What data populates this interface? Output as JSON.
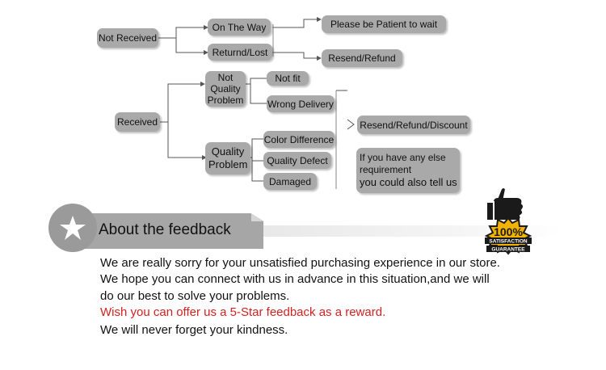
{
  "flowchart": {
    "not_received": "Not Received",
    "on_the_way": "On The Way",
    "return_lost": "Returnd/Lost",
    "please_wait": "Please be Patient to wait",
    "resend_refund": "Resend/Refund",
    "received": "Received",
    "not_quality_problem": "Not Quality Problem",
    "not_fit": "Not fit",
    "wrong_delivery": "Wrong Delivery",
    "quality_problem": "Quality Problem",
    "color_difference": "Color Difference",
    "quality_defect": "Quality  Defect",
    "damaged": "Damaged",
    "resend_refund_discount": "Resend/Refund/Discount",
    "any_else_1": "If you have any else",
    "any_else_2": "requirement",
    "any_else_3": "you could also tell us"
  },
  "banner": {
    "title": "About the feedback",
    "badge_top": "100%",
    "badge_mid": "SATISFACTION",
    "badge_bottom": "GUARANTEE"
  },
  "message": {
    "line1": "We are really sorry for your unsatisfied purchasing experience in our store.",
    "line2": "We hope you can connect with us in advance in this situation,and we will",
    "line3": "do our best to solve your problems.",
    "line4": "Wish you can offer us a 5-Star feedback as a reward.",
    "line5": "We will never forget your kindness."
  },
  "colors": {
    "box": "#a9a9a9",
    "accent_red": "#d42020",
    "badge_gold": "#f2b400"
  },
  "icons": [
    "star-icon",
    "thumbs-up-icon"
  ]
}
